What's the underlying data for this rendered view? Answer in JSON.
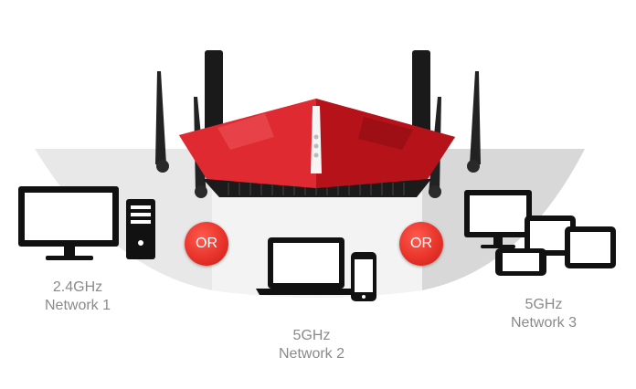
{
  "separators": {
    "left": "OR",
    "right": "OR"
  },
  "networks": [
    {
      "band": "2.4GHz",
      "name": "Network 1"
    },
    {
      "band": "5GHz",
      "name": "Network 2"
    },
    {
      "band": "5GHz",
      "name": "Network 3"
    }
  ],
  "colors": {
    "router_red": "#d0171f",
    "badge_red": "#e8342a",
    "wedge_left": "#e6e6e6",
    "wedge_center": "#f2f2f2",
    "wedge_right": "#d6d6d6",
    "device_black": "#111111",
    "label_gray": "#8a8a8a"
  }
}
